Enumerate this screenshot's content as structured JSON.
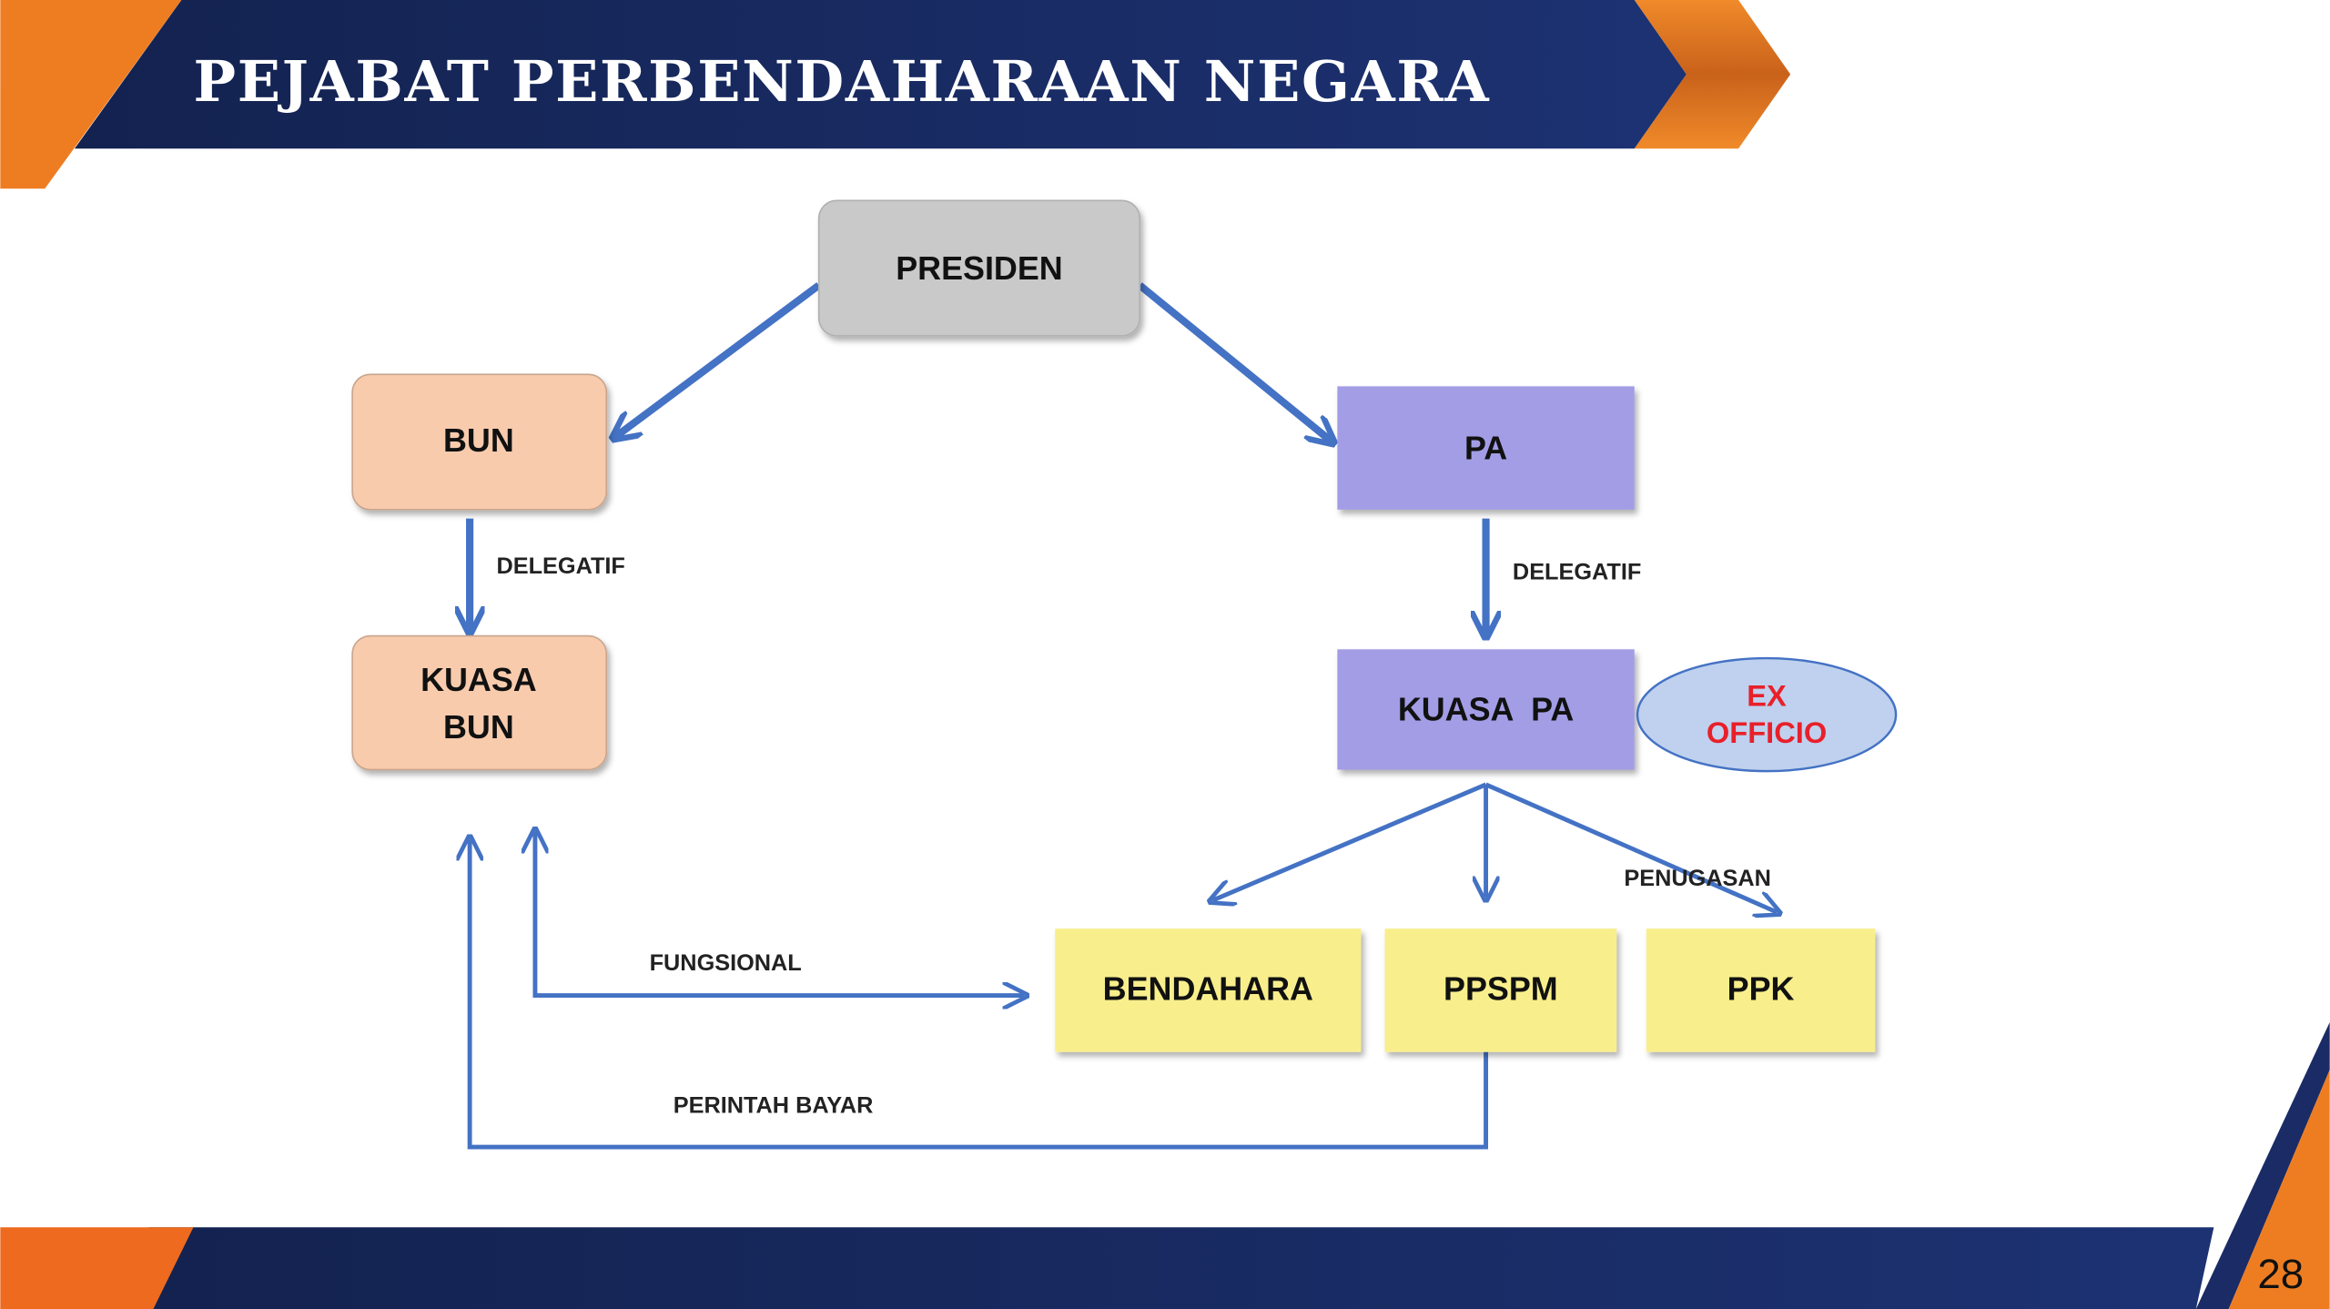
{
  "header": {
    "title": "PEJABAT PERBENDAHARAAN NEGARA"
  },
  "nodes": {
    "presiden": "PRESIDEN",
    "bun": "BUN",
    "kuasa_bun_line1": "KUASA",
    "kuasa_bun_line2": "BUN",
    "pa": "PA",
    "kuasa_pa": "KUASA  PA",
    "ex_officio_line1": "EX",
    "ex_officio_line2": "OFFICIO",
    "bendahara": "BENDAHARA",
    "ppspm": "PPSPM",
    "ppk": "PPK"
  },
  "labels": {
    "delegatif_left": "DELEGATIF",
    "delegatif_right": "DELEGATIF",
    "penugasan": "PENUGASAN",
    "fungsional": "FUNGSIONAL",
    "perintah_bayar": "PERINTAH BAYAR"
  },
  "footer": {
    "page_number": "28"
  },
  "colors": {
    "navy": "#1a2b66",
    "orange": "#ee7d22",
    "arrow": "#4472c4",
    "presiden": "#c9c9c9",
    "bun": "#f8cbad",
    "pa": "#a29de5",
    "yellow": "#f8ef8c",
    "ellipse": "#bfd1ee",
    "ex_officio_text": "#e8202a"
  }
}
